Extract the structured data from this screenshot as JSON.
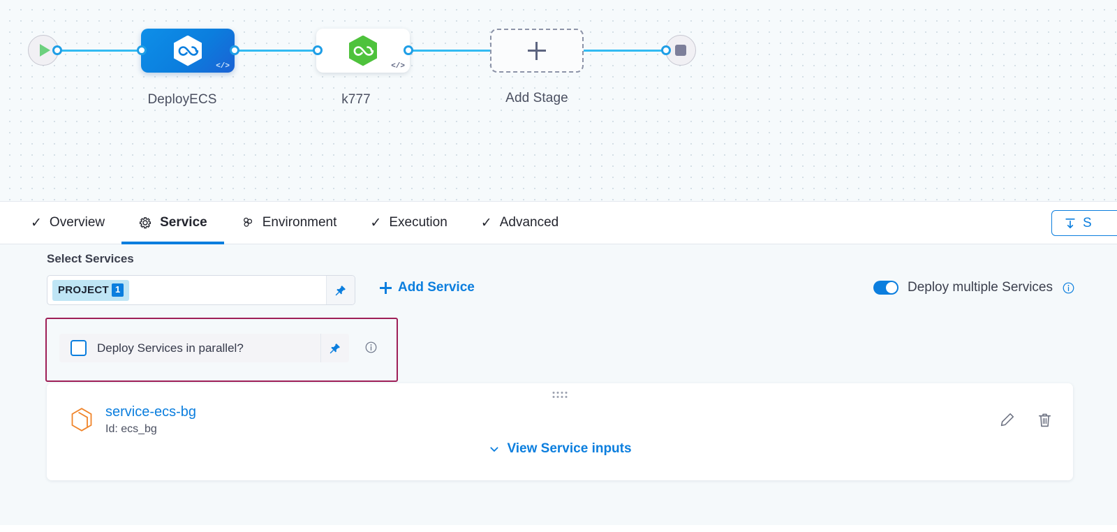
{
  "pipeline": {
    "start_node": {
      "icon": "play-icon",
      "name": "pipeline-start"
    },
    "end_node": {
      "icon": "stop-icon",
      "name": "pipeline-end"
    },
    "stages": [
      {
        "label": "DeployECS",
        "icon": "harness-loop-icon",
        "badge": "</>",
        "selected": true
      },
      {
        "label": "k777",
        "icon": "harness-loop-icon",
        "badge": "</>",
        "selected": false
      }
    ],
    "add_stage": {
      "label": "Add Stage",
      "icon": "plus-icon"
    }
  },
  "tabs": [
    {
      "label": "Overview",
      "icon": "check-icon",
      "active": false
    },
    {
      "label": "Service",
      "icon": "gear-icon",
      "active": true
    },
    {
      "label": "Environment",
      "icon": "cluster-icon",
      "active": false
    },
    {
      "label": "Execution",
      "icon": "check-icon",
      "active": false
    },
    {
      "label": "Advanced",
      "icon": "check-icon",
      "active": false
    }
  ],
  "toolbar": {
    "share_label": "S",
    "share_icon": "pin-top-icon"
  },
  "service_section": {
    "title": "Select Services",
    "selected_chip": {
      "label": "PROJECT",
      "count": "1"
    },
    "pin_icon": "pin-icon",
    "add_service_label": "Add Service",
    "deploy_multiple": {
      "label": "Deploy multiple Services",
      "enabled": true,
      "info_icon": "info-icon"
    },
    "parallel": {
      "label": "Deploy Services in parallel?",
      "checked": false,
      "pin_icon": "pin-icon",
      "info_icon": "info-icon"
    }
  },
  "service_card": {
    "drag_handle": "drag-handle-icon",
    "service_icon": "service-hexagon-icon",
    "name": "service-ecs-bg",
    "id_text": "Id: ecs_bg",
    "view_inputs_label": "View Service inputs",
    "chevron_icon": "chevron-down-icon",
    "edit_icon": "pencil-icon",
    "delete_icon": "trash-icon"
  },
  "colors": {
    "accent_blue": "#0b7ede",
    "edge_blue": "#33bbf2",
    "green": "#4ec23c",
    "highlight": "#9e1f57",
    "orange": "#f0842a"
  }
}
